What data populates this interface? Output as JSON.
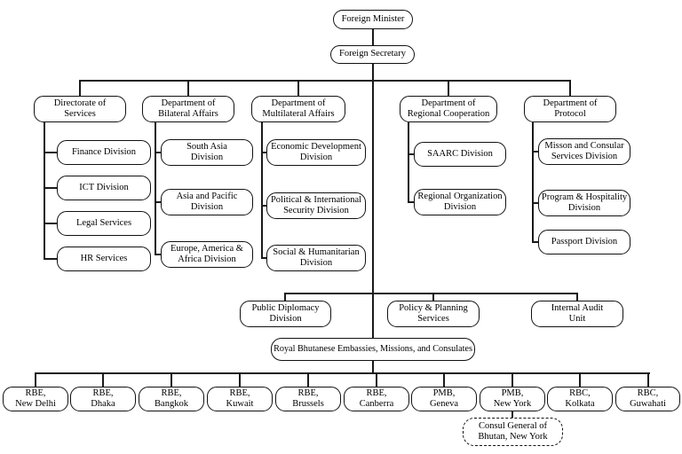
{
  "style": {
    "line_color": "#1a1a1a",
    "box_border_color": "#111111",
    "background_color": "#ffffff"
  },
  "org": {
    "minister": "Foreign Minister",
    "secretary": "Foreign Secretary",
    "departments": [
      {
        "label": "Directorate of\nServices",
        "divisions": [
          "Finance Division",
          "ICT Division",
          "Legal Services",
          "HR Services"
        ]
      },
      {
        "label": "Department of\nBilateral Affairs",
        "divisions": [
          "South Asia\nDivision",
          "Asia and Pacific\nDivision",
          "Europe, America &\nAfrica Division"
        ]
      },
      {
        "label": "Department of\nMultilateral Affairs",
        "divisions": [
          "Economic Development\nDivision",
          "Political & International\nSecurity Division",
          "Social & Humanitarian\nDivision"
        ]
      },
      {
        "label": "Department of\nRegional Cooperation",
        "divisions": [
          "SAARC Division",
          "Regional Organization\nDivision"
        ]
      },
      {
        "label": "Department of\nProtocol",
        "divisions": [
          "Misson and Consular\nServices Division",
          "Program & Hospitality\nDivision",
          "Passport Division"
        ]
      }
    ],
    "staff_units": [
      "Public Diplomacy\nDivision",
      "Policy & Planning\nServices",
      "Internal Audit\nUnit"
    ],
    "missions_group": "Royal Bhutanese Embassies, Missions, and Consulates",
    "missions": [
      "RBE,\nNew Delhi",
      "RBE,\nDhaka",
      "RBE,\nBangkok",
      "RBE,\nKuwait",
      "RBE,\nBrussels",
      "RBE,\nCanberra",
      "PMB,\nGeneva",
      "PMB,\nNew York",
      "RBC,\nKolkata",
      "RBC,\nGuwahati"
    ],
    "consul_general": "Consul General of\nBhutan, New York"
  }
}
